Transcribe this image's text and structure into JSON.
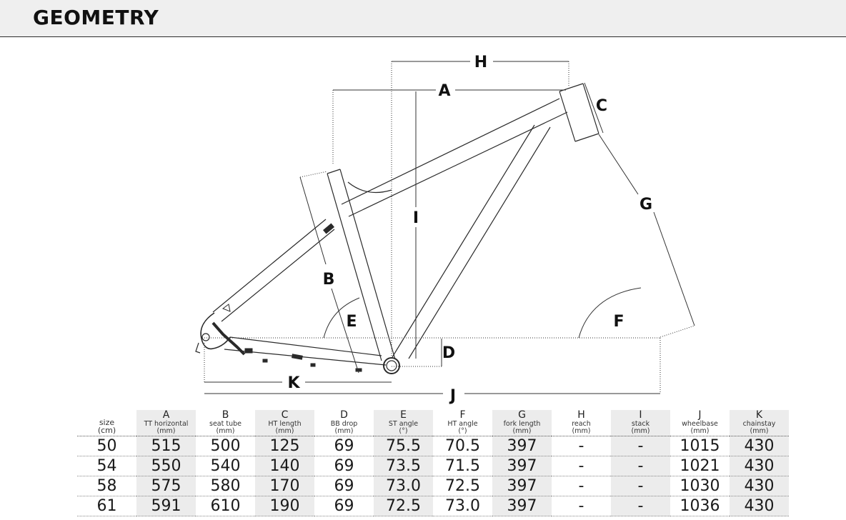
{
  "header": {
    "title": "GEOMETRY"
  },
  "diagram_labels": {
    "A": "A",
    "B": "B",
    "C": "C",
    "D": "D",
    "E": "E",
    "F": "F",
    "G": "G",
    "H": "H",
    "I": "I",
    "J": "J",
    "K": "K"
  },
  "table": {
    "columns": [
      {
        "letter": "",
        "name": "size",
        "unit": "(cm)"
      },
      {
        "letter": "A",
        "name": "TT horizontal",
        "unit": "(mm)"
      },
      {
        "letter": "B",
        "name": "seat tube",
        "unit": "(mm)"
      },
      {
        "letter": "C",
        "name": "HT length",
        "unit": "(mm)"
      },
      {
        "letter": "D",
        "name": "BB drop",
        "unit": "(mm)"
      },
      {
        "letter": "E",
        "name": "ST angle",
        "unit": "(°)"
      },
      {
        "letter": "F",
        "name": "HT angle",
        "unit": "(°)"
      },
      {
        "letter": "G",
        "name": "fork length",
        "unit": "(mm)"
      },
      {
        "letter": "H",
        "name": "reach",
        "unit": "(mm)"
      },
      {
        "letter": "I",
        "name": "stack",
        "unit": "(mm)"
      },
      {
        "letter": "J",
        "name": "wheelbase",
        "unit": "(mm)"
      },
      {
        "letter": "K",
        "name": "chainstay",
        "unit": "(mm)"
      }
    ],
    "rows": [
      [
        "50",
        "515",
        "500",
        "125",
        "69",
        "75.5",
        "70.5",
        "397",
        "-",
        "-",
        "1015",
        "430"
      ],
      [
        "54",
        "550",
        "540",
        "140",
        "69",
        "73.5",
        "71.5",
        "397",
        "-",
        "-",
        "1021",
        "430"
      ],
      [
        "58",
        "575",
        "580",
        "170",
        "69",
        "73.0",
        "72.5",
        "397",
        "-",
        "-",
        "1030",
        "430"
      ],
      [
        "61",
        "591",
        "610",
        "190",
        "69",
        "72.5",
        "73.0",
        "397",
        "-",
        "-",
        "1036",
        "430"
      ]
    ]
  }
}
